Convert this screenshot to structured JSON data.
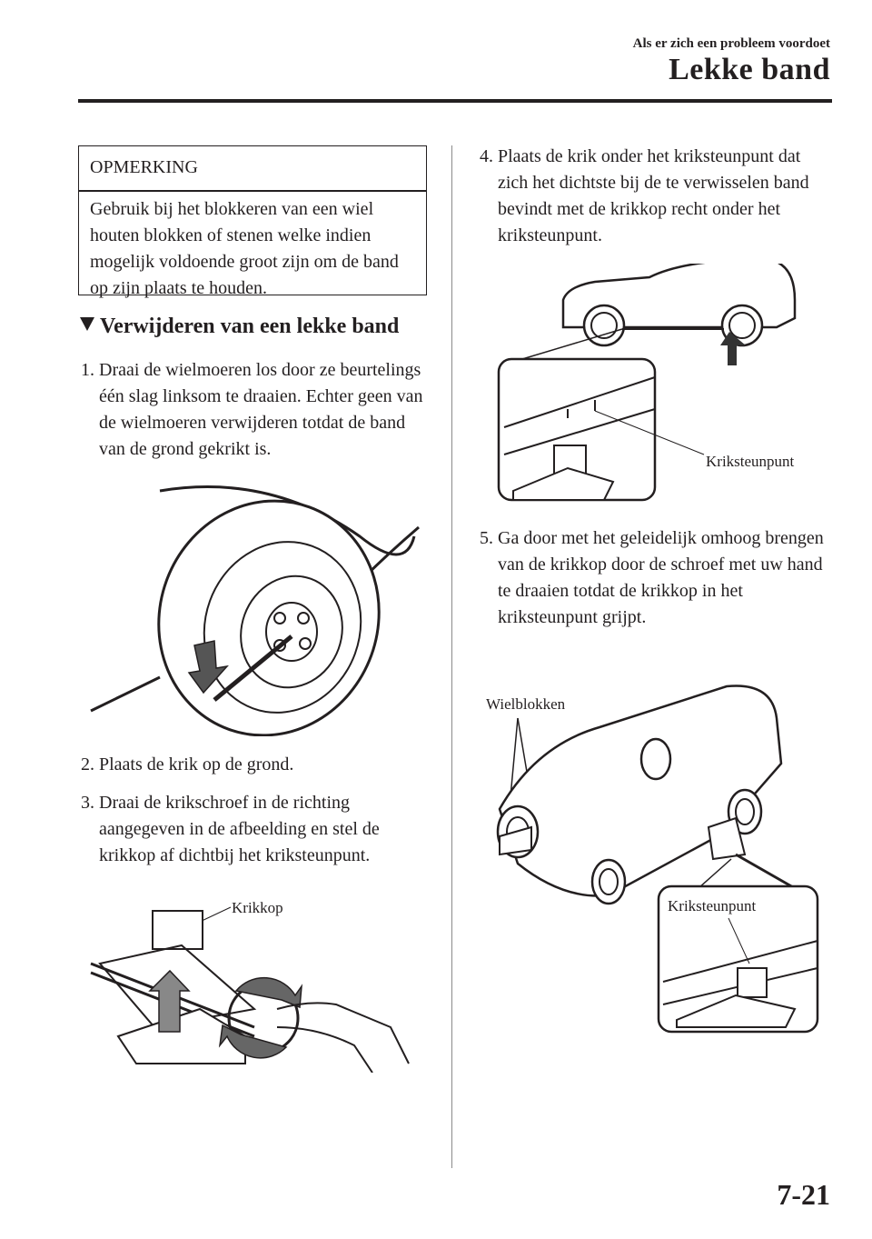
{
  "header": {
    "section": "Als er zich een probleem voordoet",
    "title": "Lekke band"
  },
  "note": {
    "heading": "OPMERKING",
    "text": "Gebruik bij het blokkeren van een wiel houten blokken of stenen welke indien mogelijk voldoende groot zijn om de band op zijn plaats te houden."
  },
  "section_heading": "Verwijderen van een lekke band",
  "steps": [
    {
      "num": "1.",
      "text": "Draai de wielmoeren los door ze beurtelings één slag linksom te draaien. Echter geen van de wielmoeren verwijderen totdat de band van de grond gekrikt is."
    },
    {
      "num": "2.",
      "text": "Plaats de krik op de grond."
    },
    {
      "num": "3.",
      "text": "Draai de krikschroef in de richting aangegeven in de afbeelding en stel de krikkop af dichtbij het kriksteunpunt."
    },
    {
      "num": "4.",
      "text": "Plaats de krik onder het kriksteunpunt dat zich het dichtste bij de te verwisselen band bevindt met de krikkop recht onder het kriksteunpunt."
    },
    {
      "num": "5.",
      "text": "Ga door met het geleidelijk omhoog brengen van de krikkop door de schroef met uw hand te draaien totdat de krikkop in het kriksteunpunt grijpt."
    }
  ],
  "figures": {
    "jack_label": "Krikkop",
    "jackpoint_label": "Kriksteunpunt",
    "chocks_label": "Wielblokken",
    "jackpoint_label_2": "Kriksteunpunt"
  },
  "page_number": "7-21"
}
